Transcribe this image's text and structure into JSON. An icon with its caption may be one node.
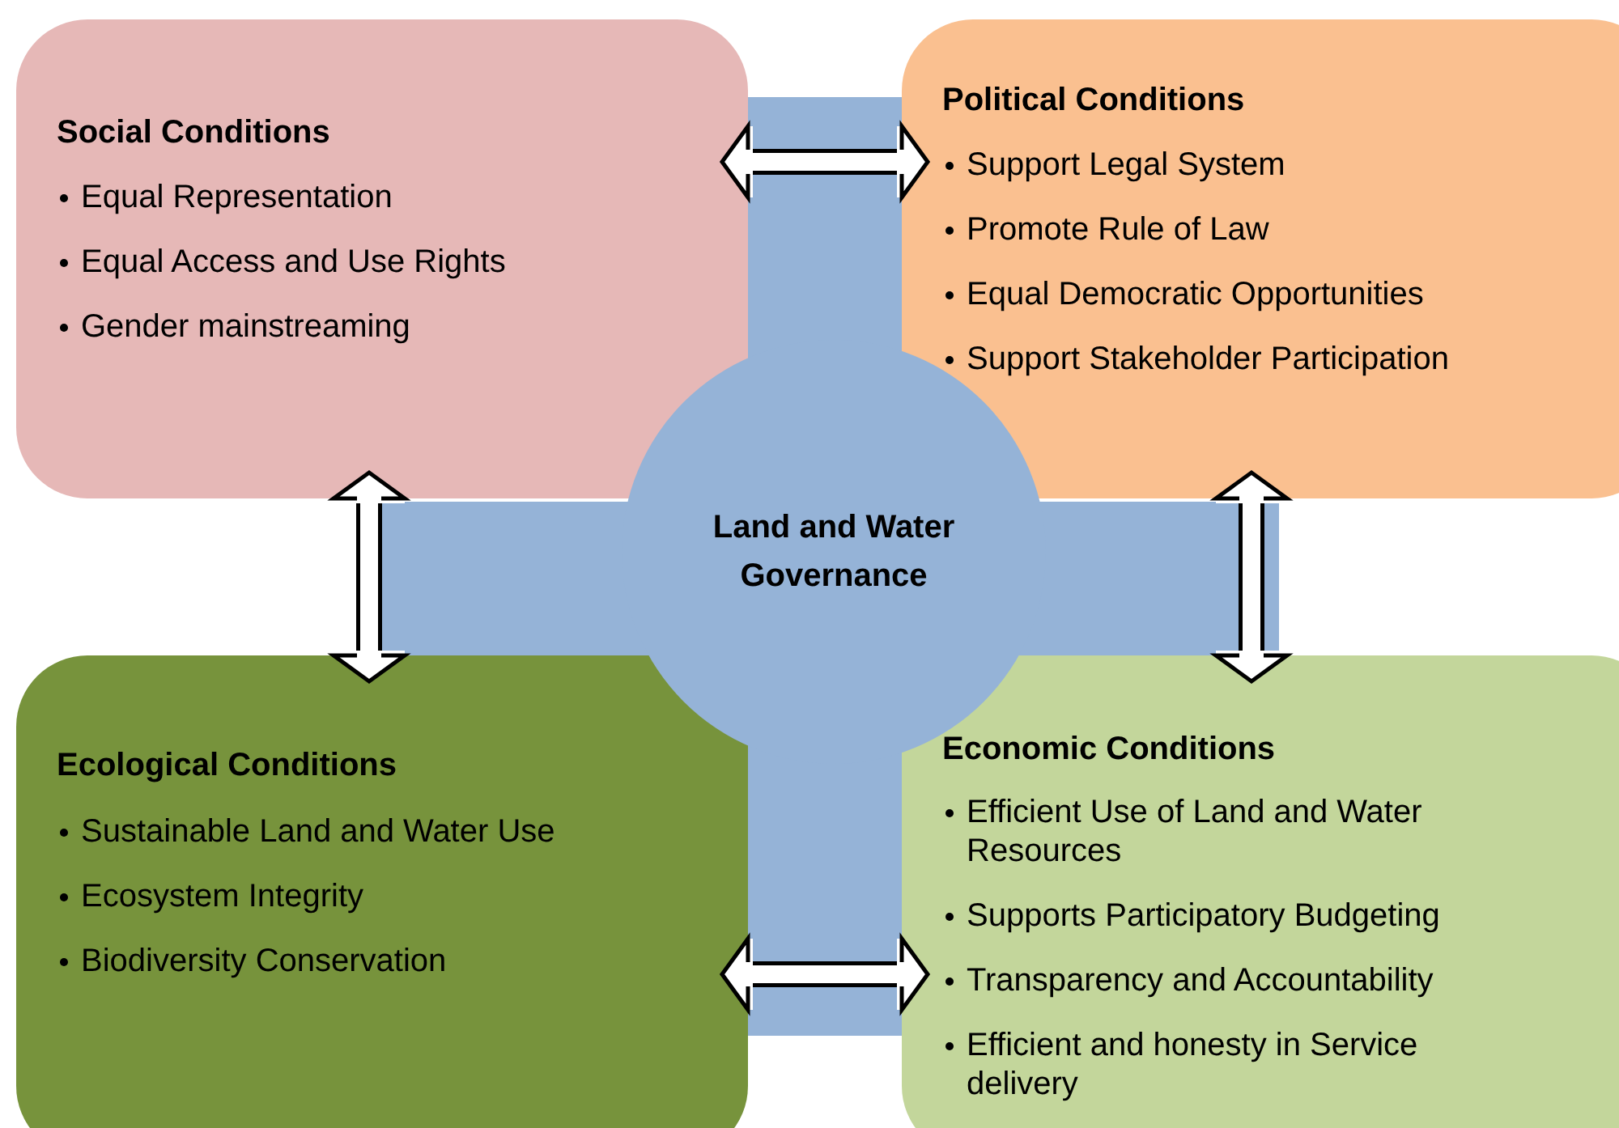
{
  "diagram": {
    "nodes": [
      {
        "text": [
          "Social Conditions",
          "Equal Representation",
          "Equal Access and Use Rights",
          "Gender mainstreaming"
        ]
      },
      {
        "text": [
          "Political Conditions",
          "Support Legal System",
          "Promote Rule of Law",
          "Equal Democratic Opportunities",
          "Support Stakeholder Participation"
        ]
      },
      {
        "text": [
          "Land and Water Governance"
        ]
      },
      {
        "text": [
          "Ecological Conditions",
          "Sustainable Land and Water Use",
          "Ecosystem Integrity",
          "Biodiversity Conservation"
        ]
      },
      {
        "text": [
          "Economic Conditions",
          "Efficient Use of Land and Water Resources",
          "Supports Participatory Budgeting",
          "Transparency and Accountability",
          "Efficient and honesty in Service delivery"
        ]
      }
    ],
    "edges": [
      {
        "from": 0,
        "to": 1,
        "arrow": "both"
      },
      {
        "from": 0,
        "to": 3,
        "arrow": "both"
      },
      {
        "from": 1,
        "to": 4,
        "arrow": "both"
      },
      {
        "from": 3,
        "to": 4,
        "arrow": "both"
      }
    ]
  }
}
